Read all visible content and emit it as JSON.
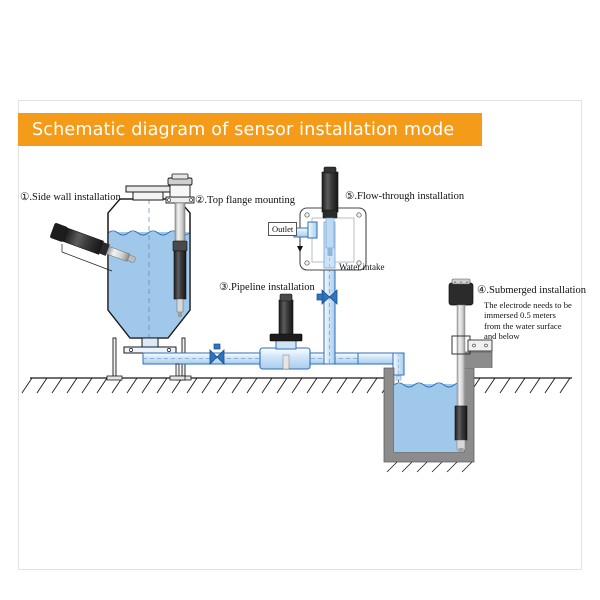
{
  "banner": {
    "title": "Schematic diagram of sensor installation mode"
  },
  "labels": {
    "side_wall": "①.Side wall installation",
    "top_flange": "②.Top flange mounting",
    "pipeline": "③.Pipeline installation",
    "submerged": "④.Submerged installation",
    "flow_through": "⑤.Flow-through installation",
    "outlet": "Outlet",
    "water_intake": "Water intake"
  },
  "notes": {
    "submerged_note": "The electrode needs to be immersed 0.5 meters from the water surface and below"
  },
  "colors": {
    "banner_bg": "#f49c19",
    "banner_text": "#ffffff",
    "water": "#9fc8ea",
    "water_light": "#bcd9f2",
    "pipe_fill": "#cfe3f7",
    "pipe_stroke": "#2f6fb5",
    "valve": "#2f74c0",
    "basin_wall": "#8c8c8c",
    "sensor_body": "#3b3b3b",
    "metal": "#d6d6d6",
    "line": "#1a1a1a",
    "frame": "#e3e3e3"
  }
}
